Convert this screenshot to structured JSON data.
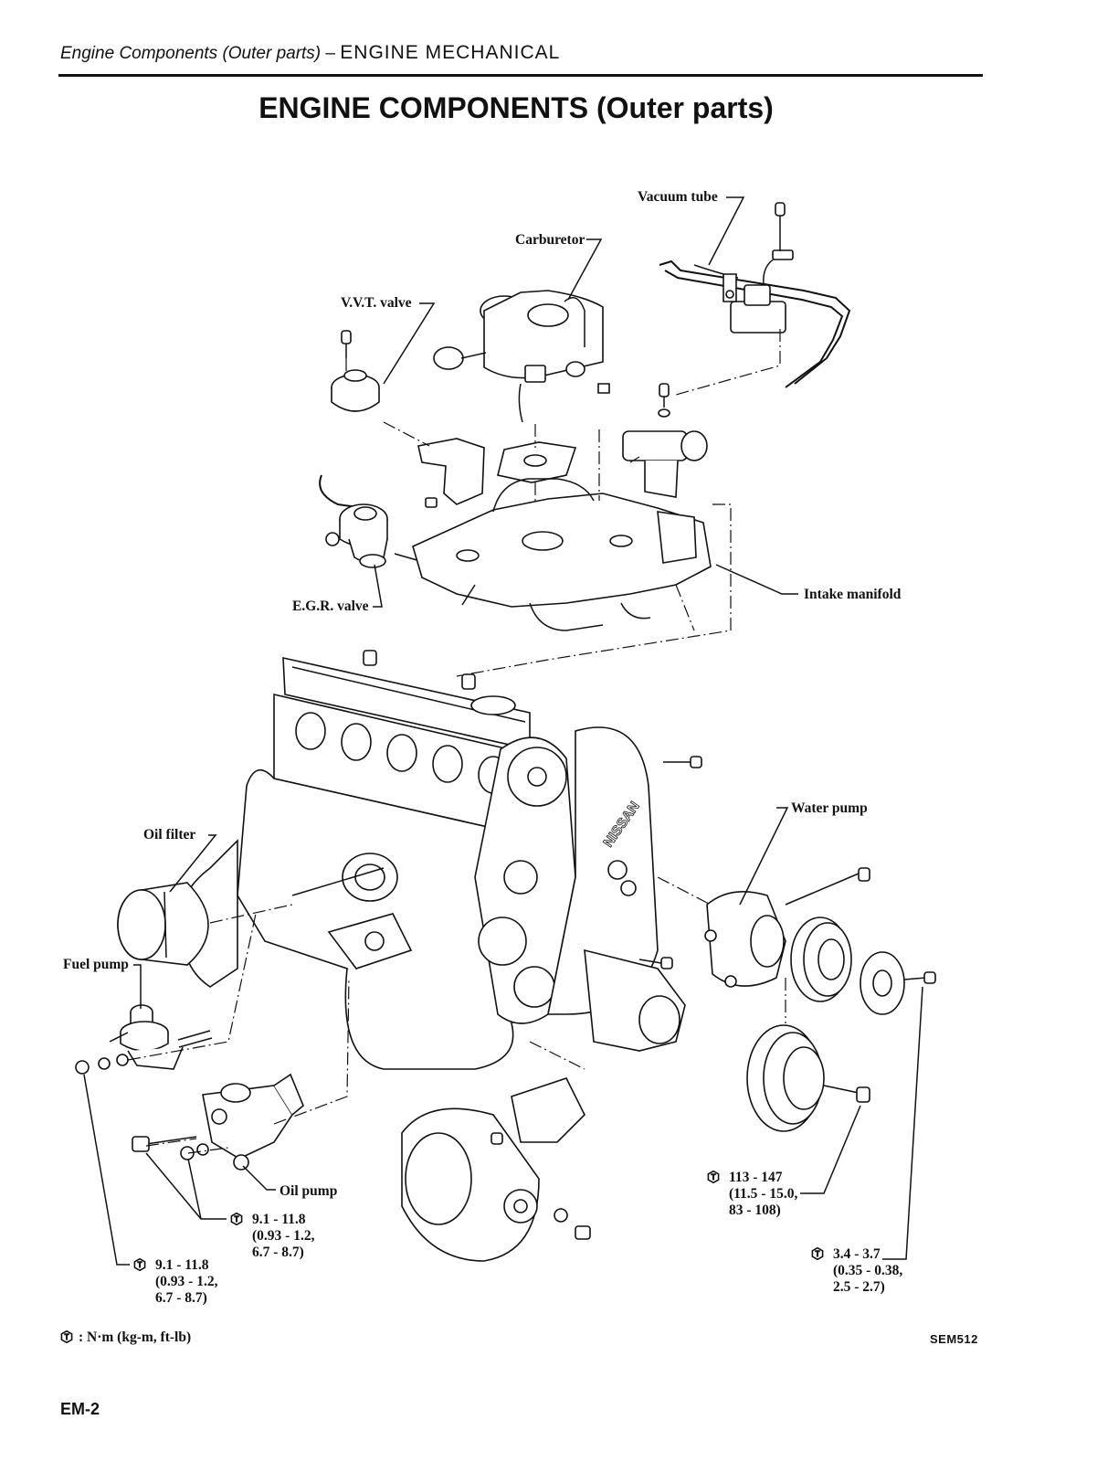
{
  "header": {
    "running_head_italic": "Engine Components (Outer parts)",
    "running_head_sep": " – ",
    "running_head_caps": "ENGINE MECHANICAL"
  },
  "title": "ENGINE COMPONENTS (Outer parts)",
  "labels": {
    "vacuum_tube": "Vacuum tube",
    "carburetor": "Carburetor",
    "vvt_valve": "V.V.T. valve",
    "egr_valve": "E.G.R. valve",
    "intake_manifold": "Intake manifold",
    "water_pump": "Water pump",
    "oil_filter": "Oil filter",
    "fuel_pump": "Fuel pump",
    "oil_pump": "Oil pump",
    "nissan_cover_text": "NISSAN"
  },
  "torque_specs": [
    {
      "id": "oil-pump-bolts",
      "icon": "torque-hex-icon",
      "lines": [
        "9.1 - 11.8",
        "(0.93 - 1.2,",
        "6.7 - 8.7)"
      ]
    },
    {
      "id": "fuel-pump-nuts",
      "icon": "torque-hex-icon",
      "lines": [
        "9.1 - 11.8",
        "(0.93 - 1.2,",
        "6.7 - 8.7)"
      ]
    },
    {
      "id": "crank-pulley-bolt",
      "icon": "torque-hex-icon",
      "lines": [
        "113 - 147",
        "(11.5 - 15.0,",
        "83 - 108)"
      ]
    },
    {
      "id": "water-pump-pulley-bolts",
      "icon": "torque-hex-icon",
      "lines": [
        "3.4 - 3.7",
        "(0.35 - 0.38,",
        "2.5 - 2.7)"
      ]
    }
  ],
  "legend": {
    "icon": "torque-hex-icon",
    "text": ":  N·m (kg-m, ft-lb)"
  },
  "figure_code": "SEM512",
  "page_number": "EM-2"
}
